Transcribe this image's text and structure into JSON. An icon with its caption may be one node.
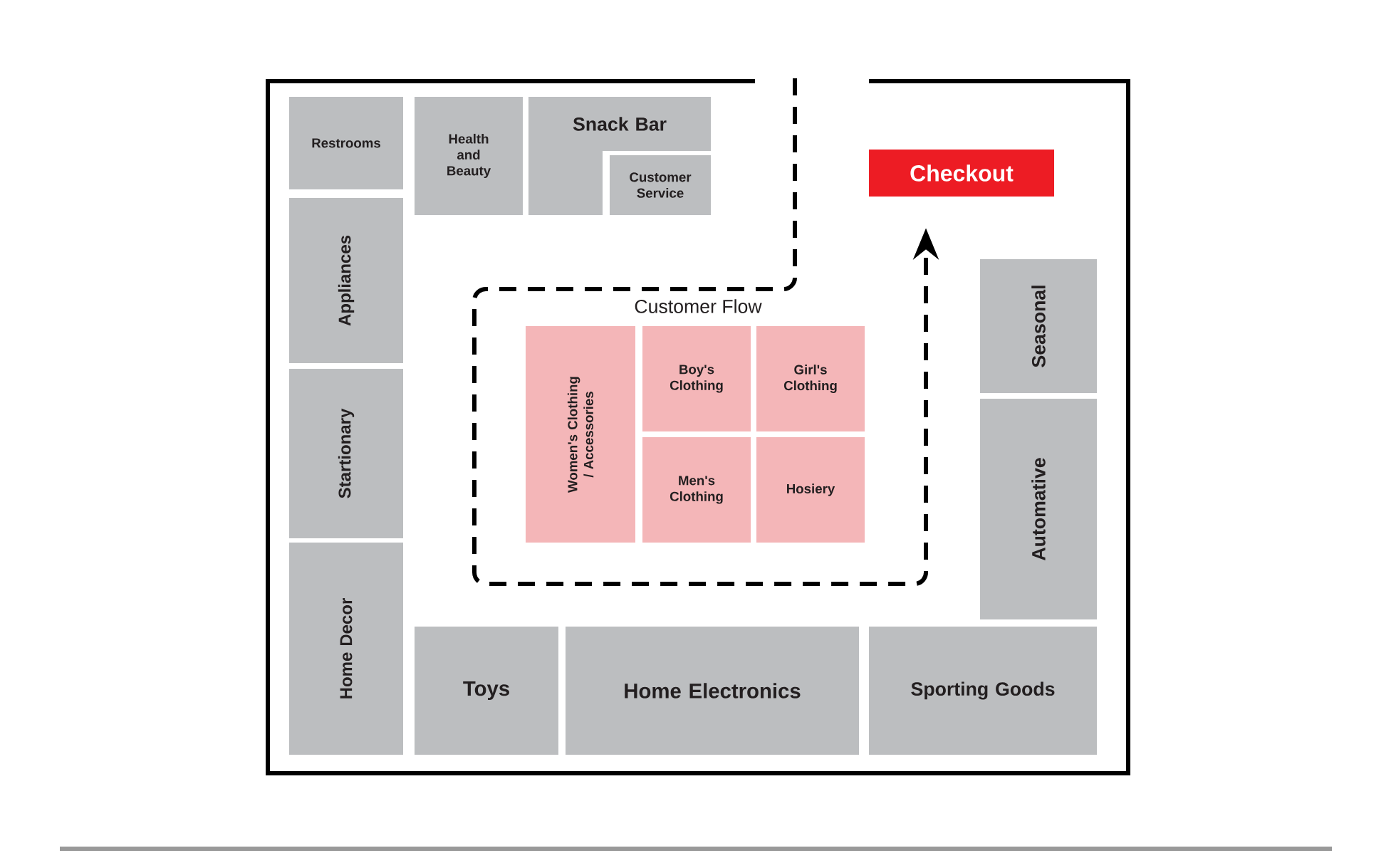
{
  "diagram": {
    "nodes": [
      {
        "text": [
          "Restrooms"
        ]
      },
      {
        "text": [
          "Health and Beauty"
        ]
      },
      {
        "text": [
          "Snack Bar"
        ]
      },
      {
        "text": [
          "Customer Service"
        ]
      },
      {
        "text": [
          "Checkout"
        ]
      },
      {
        "text": [
          "Appliances"
        ]
      },
      {
        "text": [
          "Startionary"
        ]
      },
      {
        "text": [
          "Seasonal"
        ]
      },
      {
        "text": [
          "Women's Clothing / Accessories"
        ]
      },
      {
        "text": [
          "Boy's Clothing"
        ]
      },
      {
        "text": [
          "Girl's Clothing"
        ]
      },
      {
        "text": [
          "Men's Clothing"
        ]
      },
      {
        "text": [
          "Hosiery"
        ]
      },
      {
        "text": [
          "Automative"
        ]
      },
      {
        "text": [
          "Home Decor"
        ]
      },
      {
        "text": [
          "Toys"
        ]
      },
      {
        "text": [
          "Home Electronics"
        ]
      },
      {
        "text": [
          "Sporting Goods"
        ]
      }
    ],
    "edges": [
      {
        "from": null,
        "to": 4,
        "arrow": "to",
        "style": "dashed",
        "label": "Customer Flow"
      }
    ]
  }
}
